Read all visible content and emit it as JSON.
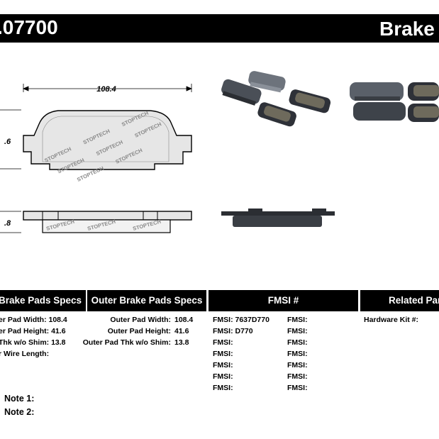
{
  "header": {
    "part_number": ".07700",
    "brand": "Brake P"
  },
  "drawing": {
    "width_dim": "108.4",
    "height_dim": ".6",
    "thickness_dim": ".8",
    "logo_text": "STOPTECH"
  },
  "inner_specs": {
    "title": "Brake Pads Specs",
    "rows": [
      "er Pad Width: 108.4",
      "er Pad Height: 41.6",
      "Thk w/o Shim: 13.8",
      "r Wire Length:"
    ]
  },
  "outer_specs": {
    "title": "Outer Brake Pads Specs",
    "rows": [
      {
        "label": "Outer Pad Width:",
        "value": "108.4"
      },
      {
        "label": "Outer Pad Height:",
        "value": "41.6"
      },
      {
        "label": "Outer Pad Thk w/o Shim:",
        "value": "13.8"
      }
    ]
  },
  "fmsi": {
    "title": "FMSI #",
    "left": [
      "FMSI: 7637D770",
      "FMSI: D770",
      "FMSI:",
      "FMSI:",
      "FMSI:",
      "FMSI:",
      "FMSI:"
    ],
    "right": [
      "FMSI:",
      "FMSI:",
      "FMSI:",
      "FMSI:",
      "FMSI:",
      "FMSI:",
      "FMSI:"
    ]
  },
  "related": {
    "title": "Related Par",
    "hardware_kit": "Hardware Kit #:"
  },
  "notes": {
    "note1": "Note 1:",
    "note2": "Note 2:"
  }
}
